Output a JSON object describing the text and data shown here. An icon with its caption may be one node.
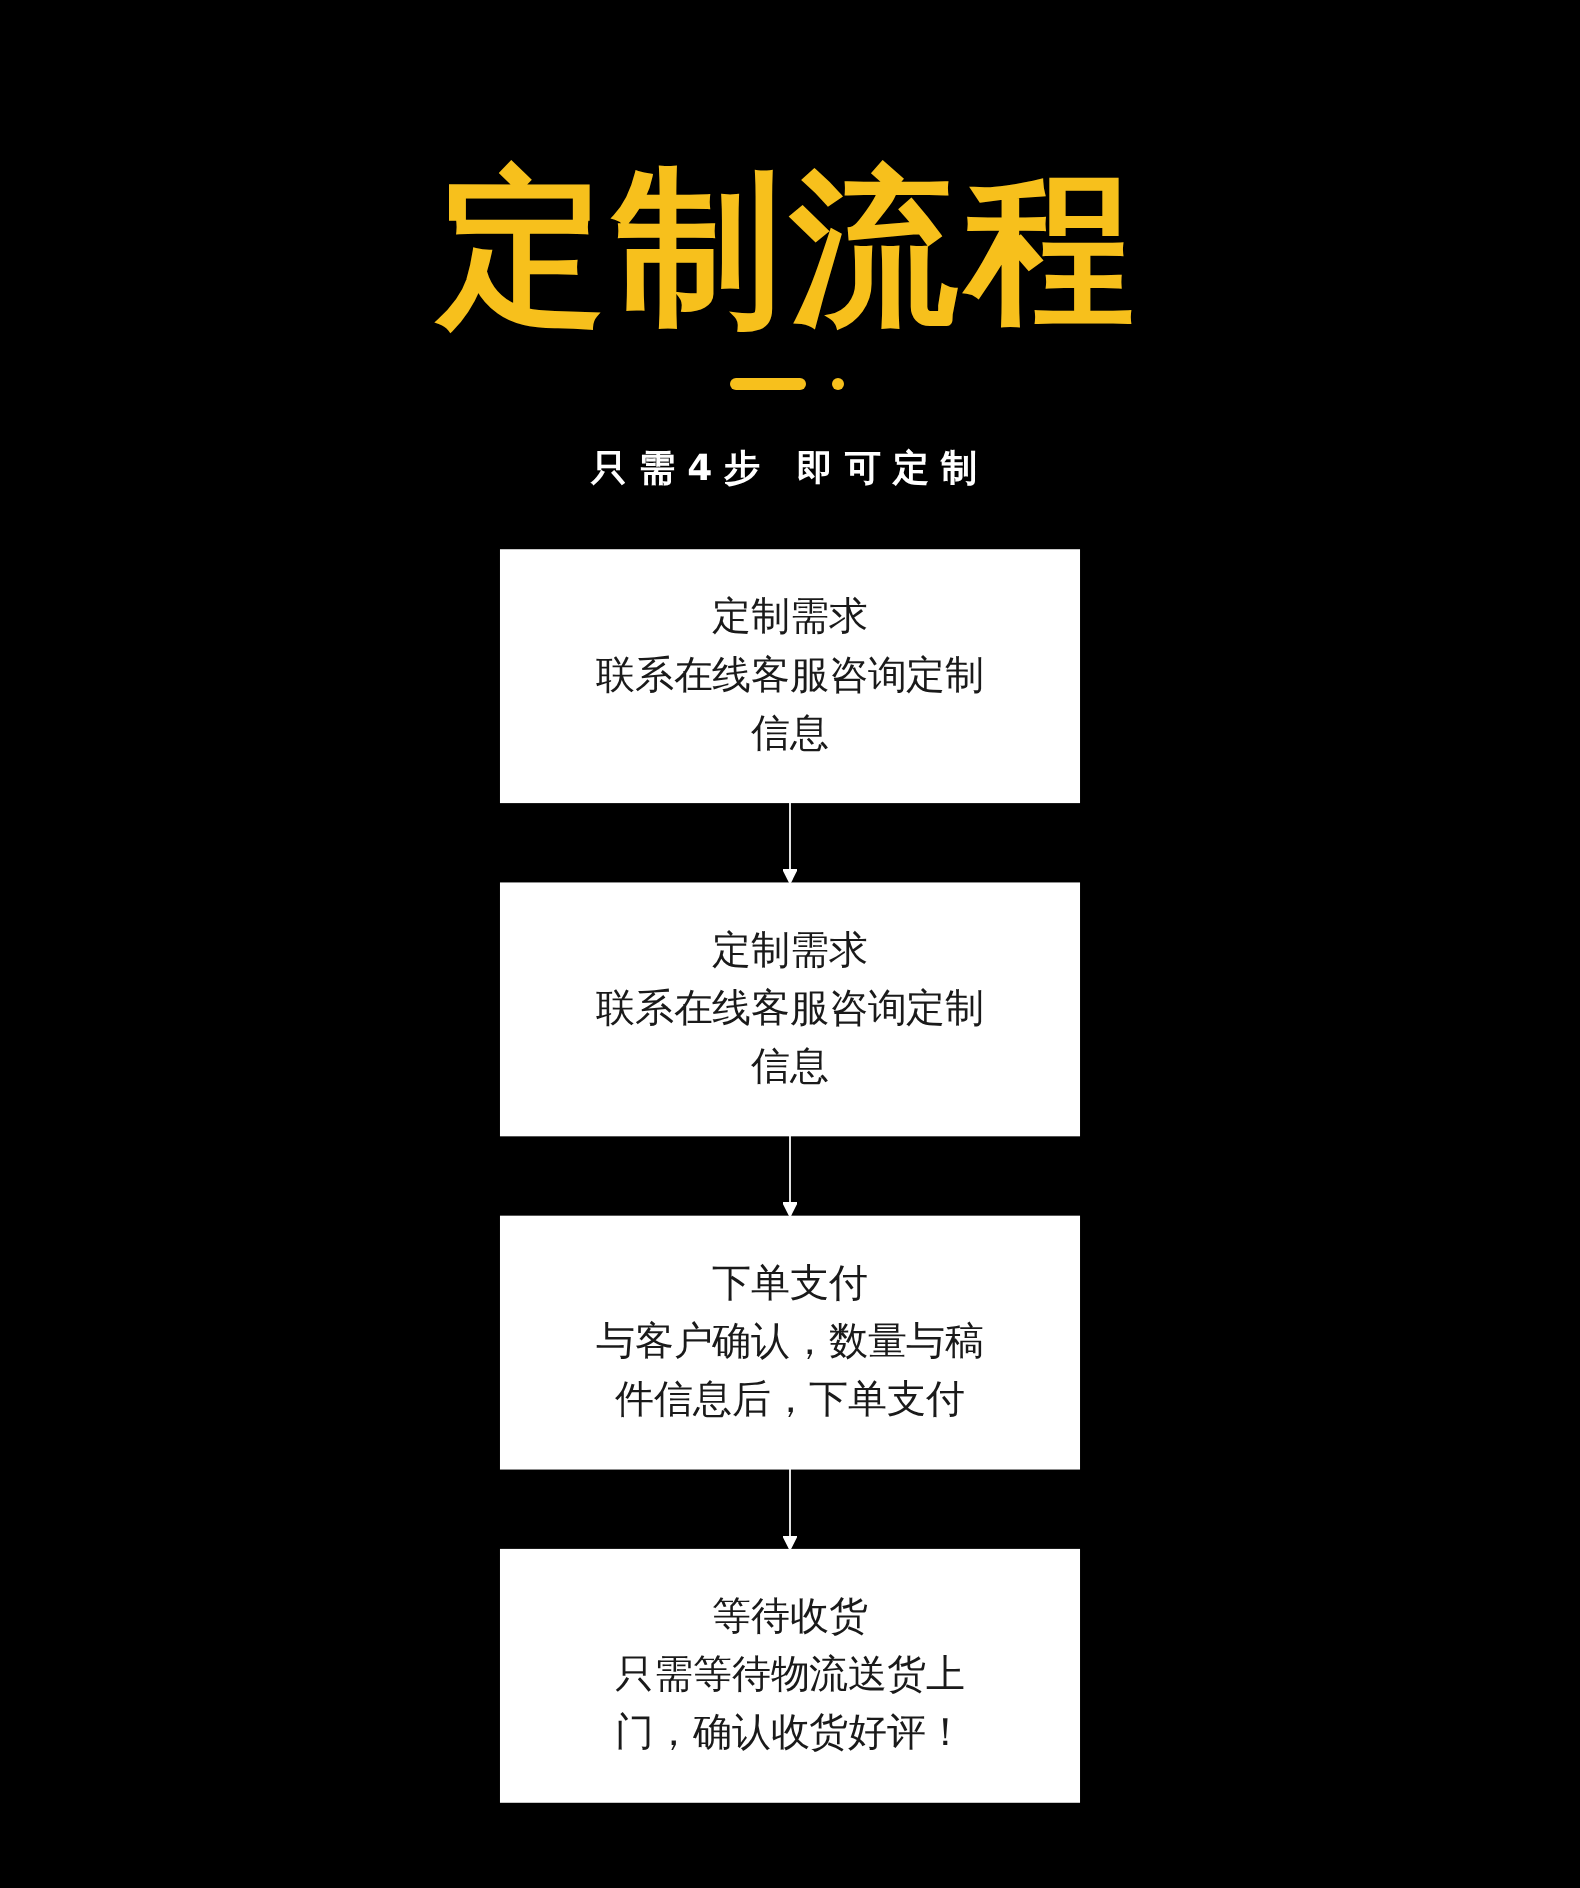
{
  "diagram": {
    "title": "定制流程",
    "nodes": [
      {
        "text": [
          "定制需求",
          "联系在线客服咨询定制信息"
        ]
      },
      {
        "text": [
          "定制需求",
          "联系在线客服咨询定制信息"
        ]
      },
      {
        "text": [
          "下单支付",
          "与客户确认，数量与稿件信息后，下单支付"
        ]
      },
      {
        "text": [
          "等待收货",
          "只需等待物流送货上门，确认收货好评！"
        ]
      }
    ],
    "edges": [
      {
        "from": 0,
        "to": 1,
        "arrow": "to"
      },
      {
        "from": 1,
        "to": 2,
        "arrow": "to"
      },
      {
        "from": 2,
        "to": 3,
        "arrow": "to"
      }
    ],
    "labels": [
      "只需4步 即可定制"
    ]
  }
}
